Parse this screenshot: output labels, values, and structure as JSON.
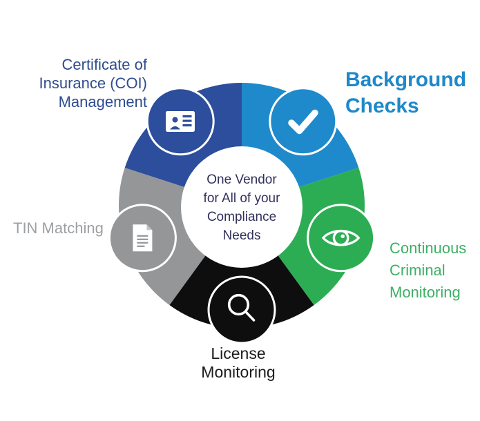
{
  "canvas": {
    "background": "#ffffff"
  },
  "center": {
    "lines": [
      "One Vendor",
      "for All of your",
      "Compliance",
      "Needs"
    ],
    "text_color": "#32305B",
    "circle_color": "#ffffff"
  },
  "segments": [
    {
      "id": "background-checks",
      "label": "Background Checks",
      "label_lines": [
        "Background",
        "Checks"
      ],
      "color": "#1F8ACB",
      "label_color": "#1E88C9",
      "icon": "check-icon",
      "start_deg": 0,
      "end_deg": 72
    },
    {
      "id": "continuous-criminal-monitoring",
      "label": "Continuous Criminal Monitoring",
      "label_lines": [
        "Continuous",
        "Criminal",
        "Monitoring"
      ],
      "color": "#2CAD54",
      "label_color": "#3DB065",
      "icon": "eye-icon",
      "start_deg": 72,
      "end_deg": 144
    },
    {
      "id": "license-monitoring",
      "label": "License Monitoring",
      "label_lines": [
        "License",
        "Monitoring"
      ],
      "color": "#0E0E0F",
      "label_color": "#1B1B1B",
      "icon": "magnifier-icon",
      "start_deg": 144,
      "end_deg": 216
    },
    {
      "id": "tin-matching",
      "label": "TIN Matching",
      "label_lines": [
        "TIN Matching"
      ],
      "color": "#949698",
      "label_color": "#9DA0A3",
      "icon": "document-icon",
      "start_deg": 216,
      "end_deg": 288
    },
    {
      "id": "coi-management",
      "label": "Certificate of Insurance (COI) Management",
      "label_lines": [
        "Certificate of",
        "Insurance (COI)",
        "Management"
      ],
      "color": "#2C4E9C",
      "label_color": "#2E4D8F",
      "icon": "id-card-icon",
      "start_deg": 288,
      "end_deg": 360
    }
  ]
}
